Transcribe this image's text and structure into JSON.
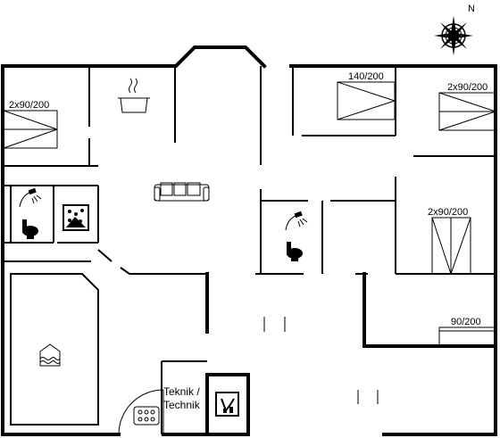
{
  "compass": {
    "north_label": "N"
  },
  "beds": {
    "left": "2x90/200",
    "top_center": "140/200",
    "top_right": "2x90/200",
    "mid_right": "2x90/200",
    "single": "90/200"
  },
  "rooms": {
    "technik_line1": "Teknik /",
    "technik_line2": "Technik"
  },
  "icons": [
    "compass-icon",
    "cooking-pot-icon",
    "sofa-icon",
    "shower-icon",
    "toilet-icon",
    "sauna-icon",
    "pool-icon",
    "washing-machine-icon",
    "whirlpool-icon"
  ]
}
